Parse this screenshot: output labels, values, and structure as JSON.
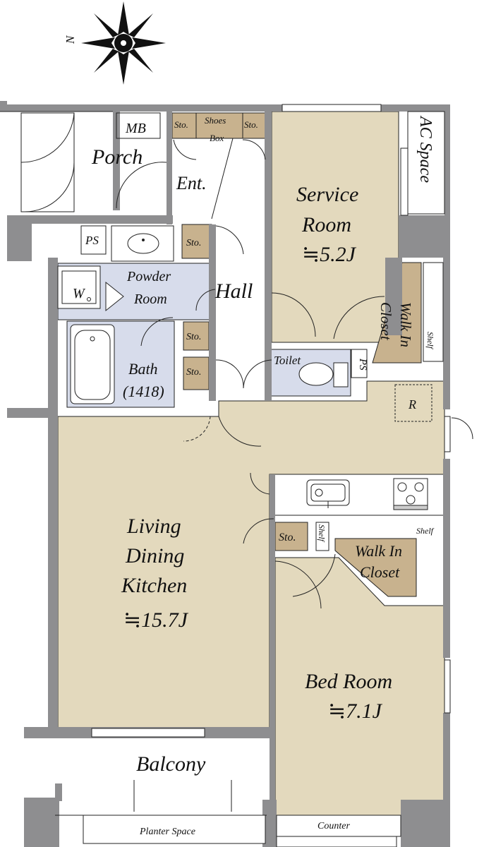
{
  "compass": {
    "north_label": "N"
  },
  "colors": {
    "wall": "#8e8e90",
    "room_tan": "#e3d9bd",
    "storage_brown": "#c8b28e",
    "wet_area_blue": "#d7dceb",
    "line": "#222222"
  },
  "rooms": {
    "porch": "Porch",
    "mb": "MB",
    "entrance": "Ent.",
    "shoes_box_1": "Shoes",
    "shoes_box_2": "Box",
    "hall": "Hall",
    "ps_top": "PS",
    "ps_toilet": "PS",
    "powder_room_1": "Powder",
    "powder_room_2": "Room",
    "washer": "W",
    "bath_1": "Bath",
    "bath_2": "(1418)",
    "toilet": "Toilet",
    "service_room_1": "Service",
    "service_room_2": "Room",
    "service_room_area": "≒5.2J",
    "ac_space": "AC Space",
    "walk_in_closet_1": "Walk In",
    "walk_in_closet_2": "Closet",
    "shelf_right": "Shelf",
    "refrigerator": "R",
    "ldk_1": "Living",
    "ldk_2": "Dining",
    "ldk_3": "Kitchen",
    "ldk_area": "≒15.7J",
    "shelf_vertical": "Shelf",
    "shelf_top": "Shelf",
    "wic2_1": "Walk In",
    "wic2_2": "Closet",
    "bedroom": "Bed Room",
    "bedroom_area": "≒7.1J",
    "balcony": "Balcony",
    "planter_space": "Planter Space",
    "counter": "Counter"
  },
  "storage_label": "Sto."
}
